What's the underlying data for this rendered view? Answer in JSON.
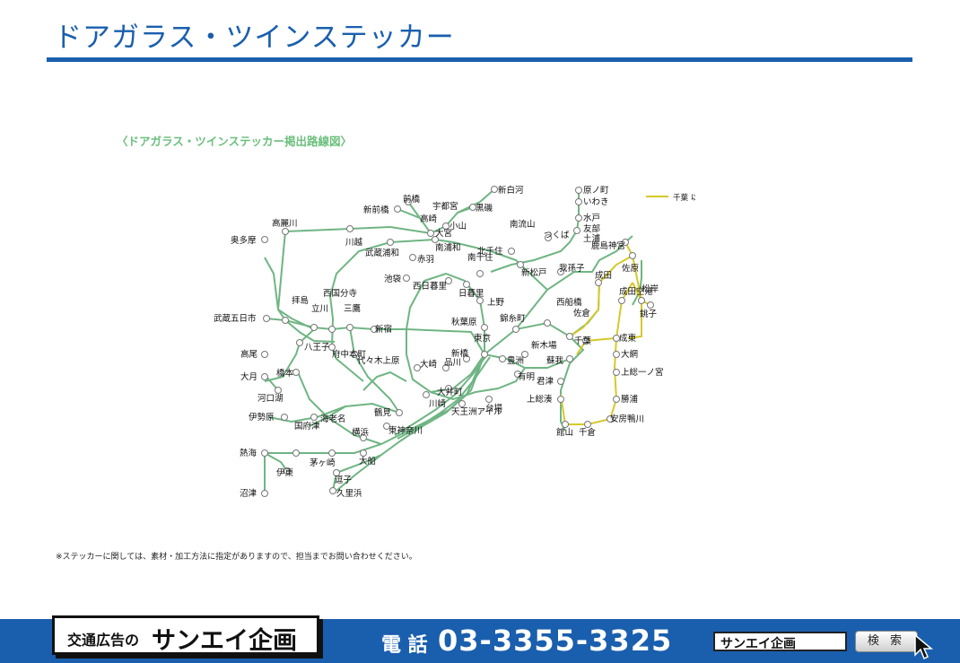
{
  "header": {
    "title": "ドアガラス・ツインステッカー"
  },
  "map": {
    "subtitle": "〈ドアガラス・ツインステッカー掲出路線図〉",
    "legend_label": "千葉 以東",
    "colors": {
      "main_line": "#6fb583",
      "chiba_line": "#d6c92a",
      "node_fill": "#ffffff",
      "node_stroke": "#777777"
    },
    "stations": [
      "前橋",
      "新前橋",
      "宇都宮",
      "新白河",
      "黒磯",
      "高崎",
      "小山",
      "原ノ町",
      "いわき",
      "水戸",
      "友部",
      "土浦",
      "高麗川",
      "奥多摩",
      "川越",
      "大宮",
      "武蔵浦和",
      "南浦和",
      "南流山",
      "つくば",
      "赤羽",
      "北千住",
      "南千住",
      "鹿島神宮",
      "佐原",
      "池袋",
      "西日暮里",
      "日暮里",
      "新松戸",
      "我孫子",
      "成田",
      "成田空港",
      "松岸",
      "銚子",
      "拝島",
      "立川",
      "西国分寺",
      "三鷹",
      "上野",
      "新宿",
      "秋葉原",
      "錦糸町",
      "西船橋",
      "佐倉",
      "千葉",
      "武蔵五日市",
      "八王子",
      "府中本町",
      "東京",
      "新木場",
      "蘇我",
      "成東",
      "大網",
      "高尾",
      "橋本",
      "代々木上原",
      "大崎",
      "新橋",
      "品川",
      "豊洲",
      "有明",
      "君津",
      "上総一ノ宮",
      "大月",
      "河口湖",
      "天王洲アイル",
      "大井町",
      "川崎",
      "台場",
      "上総湊",
      "勝浦",
      "伊勢原",
      "海老名",
      "鶴見",
      "東神奈川",
      "安房鴨川",
      "館山",
      "千倉",
      "国府津",
      "横浜",
      "熱海",
      "茅ヶ崎",
      "大船",
      "逗子",
      "伊東",
      "久里浜",
      "沼津"
    ]
  },
  "note": "※ステッカーに関しては、素材・加工方法に指定がありますので、担当までお問い合わせください。",
  "footer": {
    "brand_prefix": "交通広告の",
    "brand_name": "サンエイ企画",
    "phone_label": "電 話",
    "phone_number": "03-3355-3325",
    "search_value": "サンエイ企画",
    "search_button": "検 索",
    "colors": {
      "bar": "#1a5fae"
    }
  }
}
